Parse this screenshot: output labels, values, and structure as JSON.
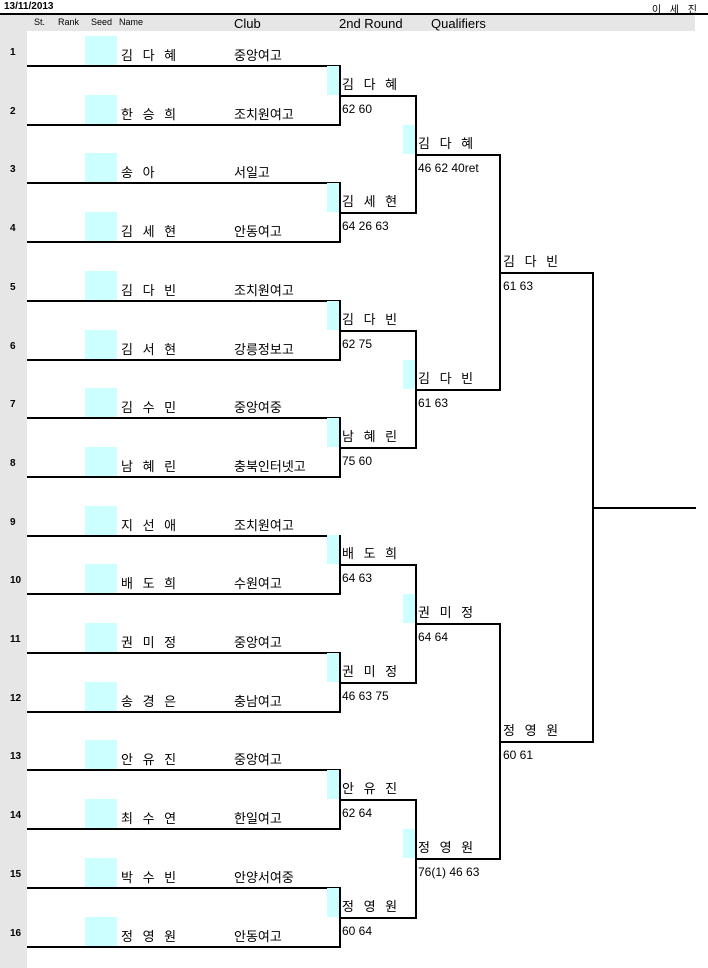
{
  "header": {
    "date": "13/11/2013",
    "author": "이 세 진",
    "col_st": "St.",
    "col_rank": "Rank",
    "col_seed": "Seed",
    "col_name": "Name",
    "col_club": "Club",
    "col_round2": "2nd Round",
    "col_qualifiers": "Qualifiers"
  },
  "players": [
    {
      "num": "1",
      "name": "김 다 혜",
      "club": "중앙여고"
    },
    {
      "num": "2",
      "name": "한 승 희",
      "club": "조치원여고"
    },
    {
      "num": "3",
      "name": "송  아",
      "club": "서일고"
    },
    {
      "num": "4",
      "name": "김 세 현",
      "club": "안동여고"
    },
    {
      "num": "5",
      "name": "김 다 빈",
      "club": "조치원여고"
    },
    {
      "num": "6",
      "name": "김 서 현",
      "club": "강릉정보고"
    },
    {
      "num": "7",
      "name": "김 수 민",
      "club": "중앙여중"
    },
    {
      "num": "8",
      "name": "남 혜 린",
      "club": "충북인터넷고"
    },
    {
      "num": "9",
      "name": "지 선 애",
      "club": "조치원여고"
    },
    {
      "num": "10",
      "name": "배 도 희",
      "club": "수원여고"
    },
    {
      "num": "11",
      "name": "권 미 정",
      "club": "중앙여고"
    },
    {
      "num": "12",
      "name": "송 경 은",
      "club": "충남여고"
    },
    {
      "num": "13",
      "name": "안 유 진",
      "club": "중앙여고"
    },
    {
      "num": "14",
      "name": "최 수 연",
      "club": "한일여고"
    },
    {
      "num": "15",
      "name": "박 수 빈",
      "club": "안양서여중"
    },
    {
      "num": "16",
      "name": "정 영 원",
      "club": "안동여고"
    }
  ],
  "round2": [
    {
      "winner": "김 다 혜",
      "score": "62 60"
    },
    {
      "winner": "김 세 현",
      "score": "64 26 63"
    },
    {
      "winner": "김 다 빈",
      "score": "62 75"
    },
    {
      "winner": "남 혜 린",
      "score": "75 60"
    },
    {
      "winner": "배 도 희",
      "score": "64 63"
    },
    {
      "winner": "권 미 정",
      "score": "46 63 75"
    },
    {
      "winner": "안 유 진",
      "score": "62 64"
    },
    {
      "winner": "정 영 원",
      "score": "60 64"
    }
  ],
  "round3": [
    {
      "winner": "김 다 혜",
      "score": "46 62 40ret"
    },
    {
      "winner": "김 다 빈",
      "score": "61 63"
    },
    {
      "winner": "권 미 정",
      "score": "64 64"
    },
    {
      "winner": "정 영 원",
      "score": "76(1) 46 63"
    }
  ],
  "qualifiers": [
    {
      "winner": "김 다 빈",
      "score": "61 63"
    },
    {
      "winner": "정 영 원",
      "score": "60 61"
    }
  ]
}
